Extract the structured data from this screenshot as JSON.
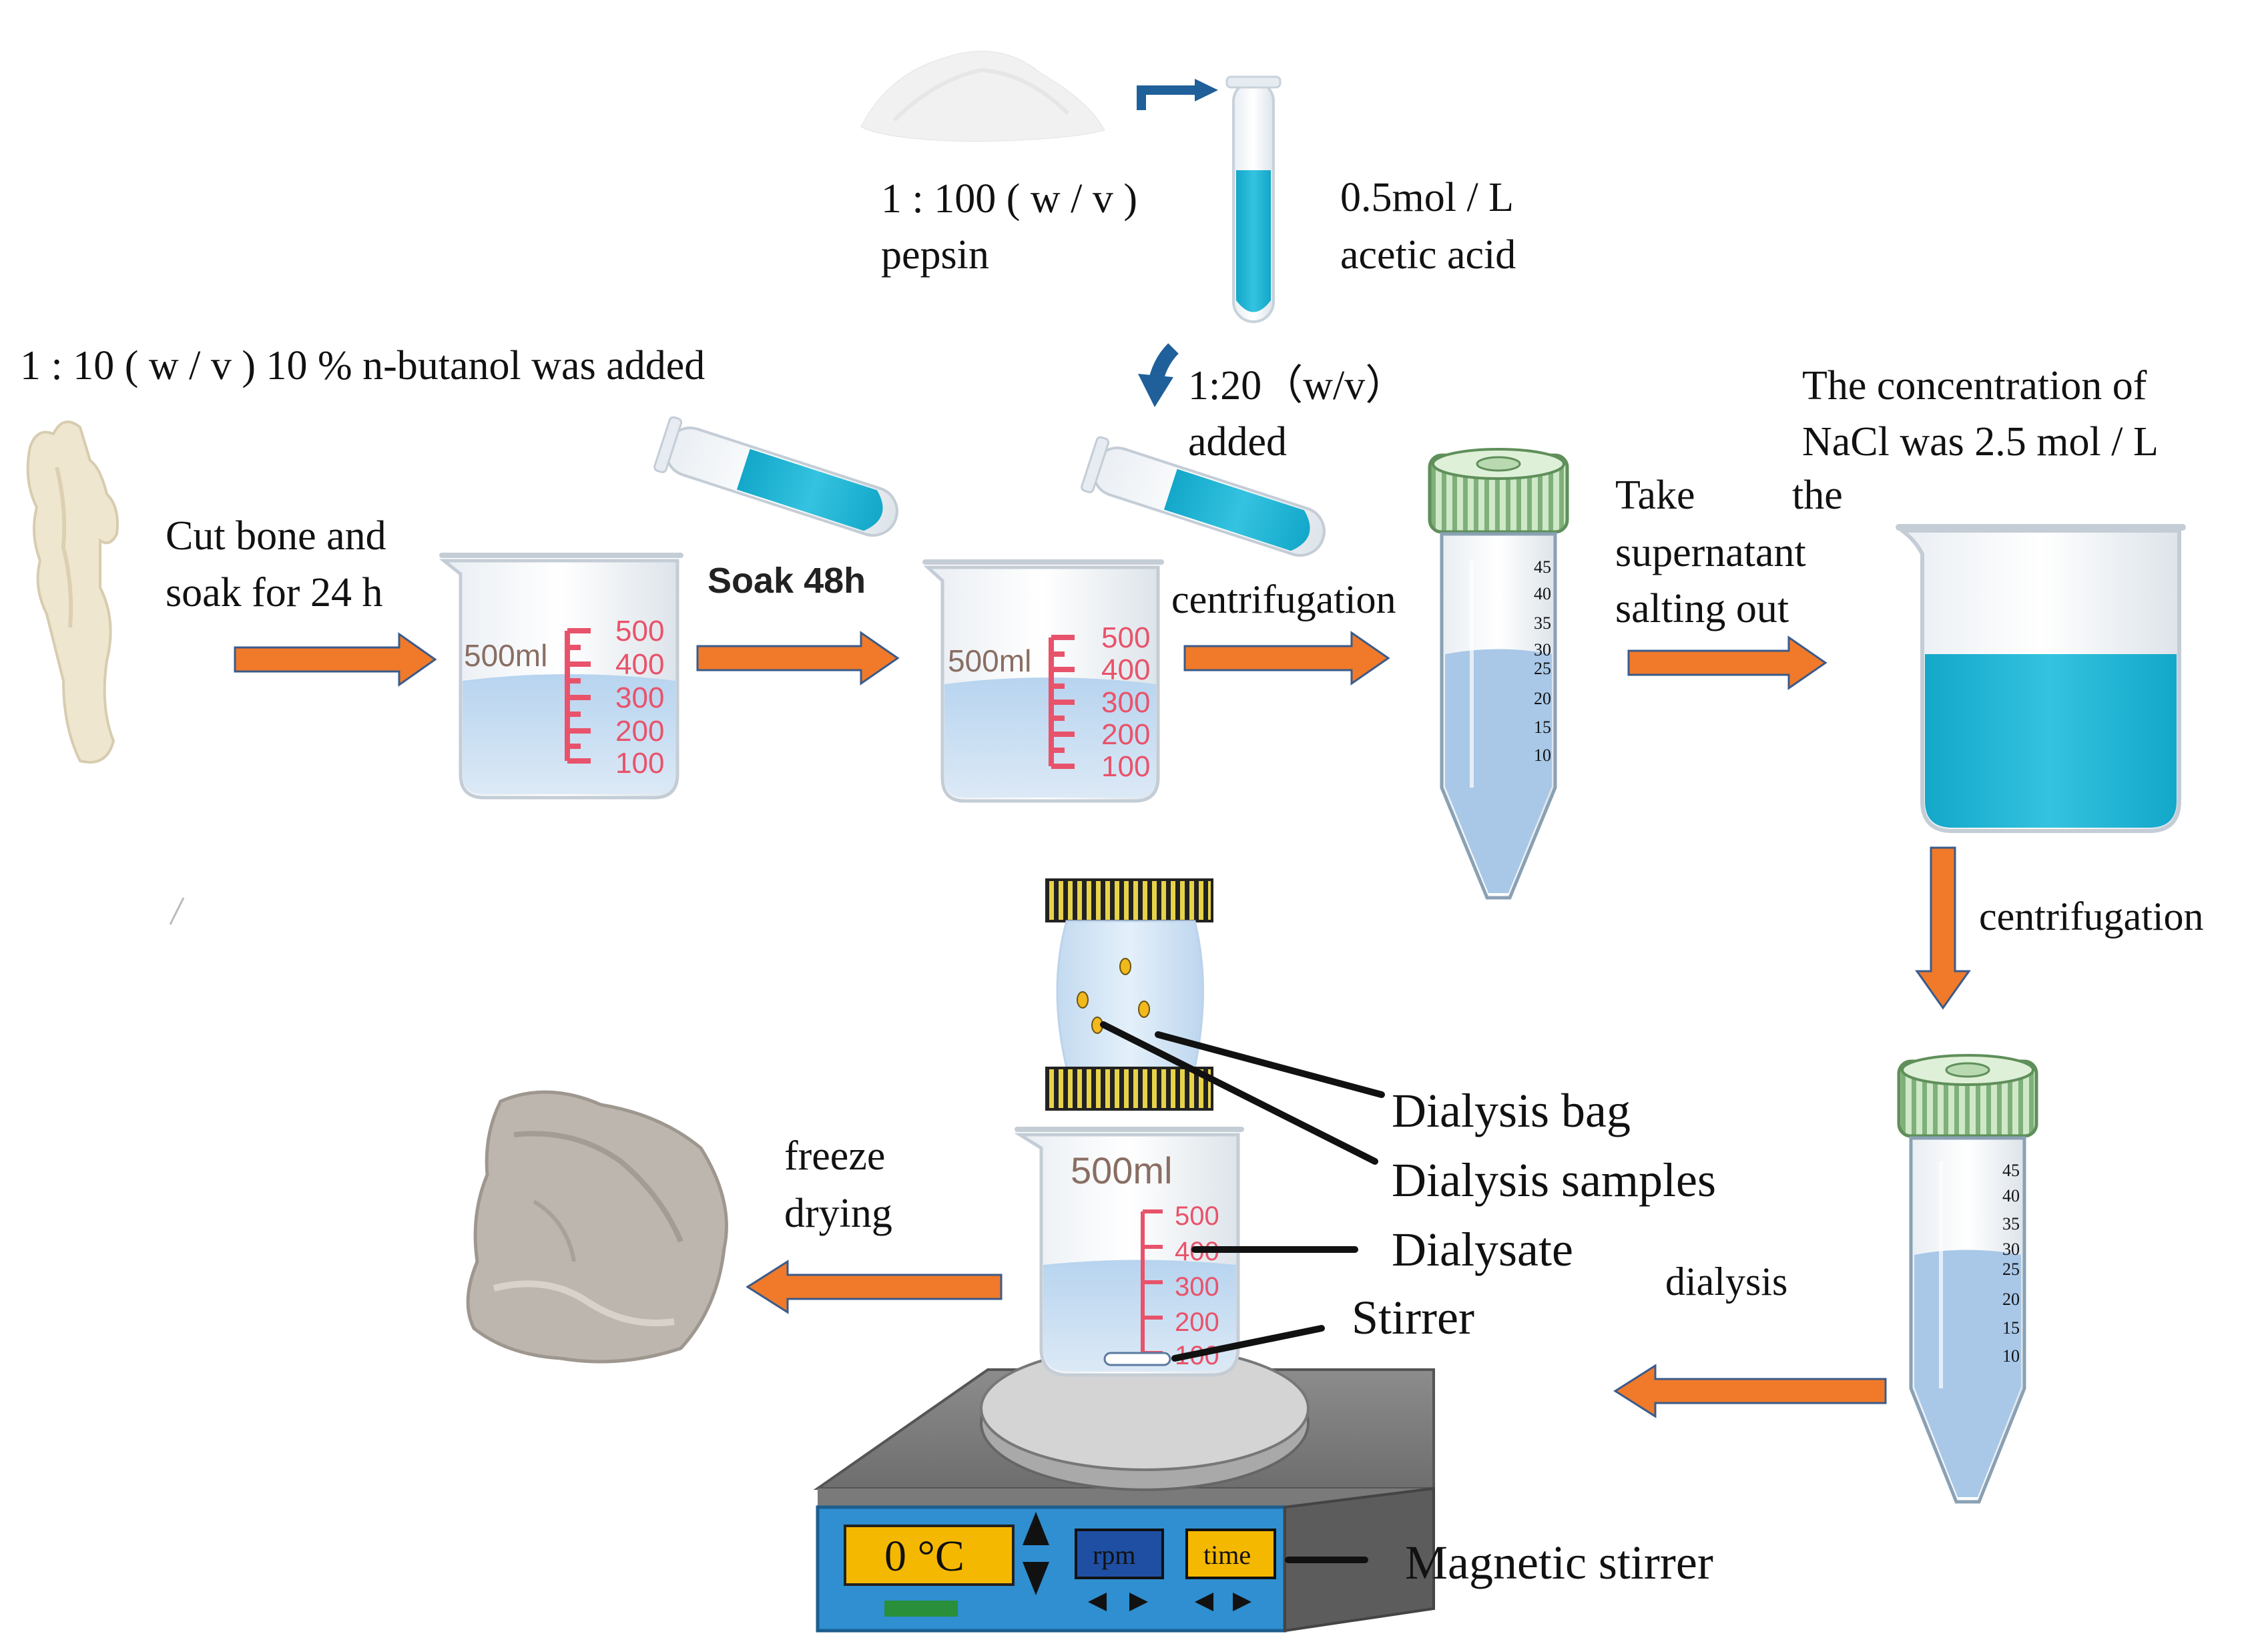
{
  "steps": {
    "step1_ratio": "1 : 10 ( w / v ) 10 % n-butanol was added",
    "cut_line1": "Cut  bone  and",
    "cut_line2": "soak for 24 h",
    "soak": "Soak 48h",
    "pepsin_ratio": "1 : 100 ( w / v )",
    "pepsin": "pepsin",
    "acid_conc": "0.5mol  /  L",
    "acid": "acetic acid",
    "added_ratio": "1:20（w/v）",
    "added": "added",
    "centrifugation1": "centrifugation",
    "take_line1": "Take",
    "take_line1b": "the",
    "take_line2": "supernatant",
    "take_line3": "salting out",
    "nacl_line1": "The concentration of",
    "nacl_line2": "NaCl was 2.5 mol / L",
    "centrifugation2": "centrifugation",
    "dialysis": "dialysis",
    "freeze_line1": "freeze",
    "freeze_line2": "drying"
  },
  "callouts": {
    "dialysis_bag": "Dialysis bag",
    "dialysis_samples": "Dialysis samples",
    "dialysate": "Dialysate",
    "stirrer": "Stirrer",
    "magnetic_stirrer": "Magnetic stirrer"
  },
  "beaker": {
    "volume_label": "500ml",
    "scale": [
      "500",
      "400",
      "300",
      "200",
      "100"
    ]
  },
  "tube_scale": [
    "45",
    "40",
    "35",
    "30",
    "25",
    "20",
    "15",
    "10"
  ],
  "stirrer_panel": {
    "temperature": "0 °C",
    "rpm": "rpm",
    "time": "time"
  },
  "colors": {
    "arrow": "#f07a2a",
    "arrow_outline": "#3b5b8a",
    "liquid_light": "#9cc4e6",
    "liquid_cyan": "#22b6d4",
    "scale_red": "#e8536b",
    "stirrer_blue": "#2f8fd0",
    "display_yellow": "#f5b800"
  }
}
